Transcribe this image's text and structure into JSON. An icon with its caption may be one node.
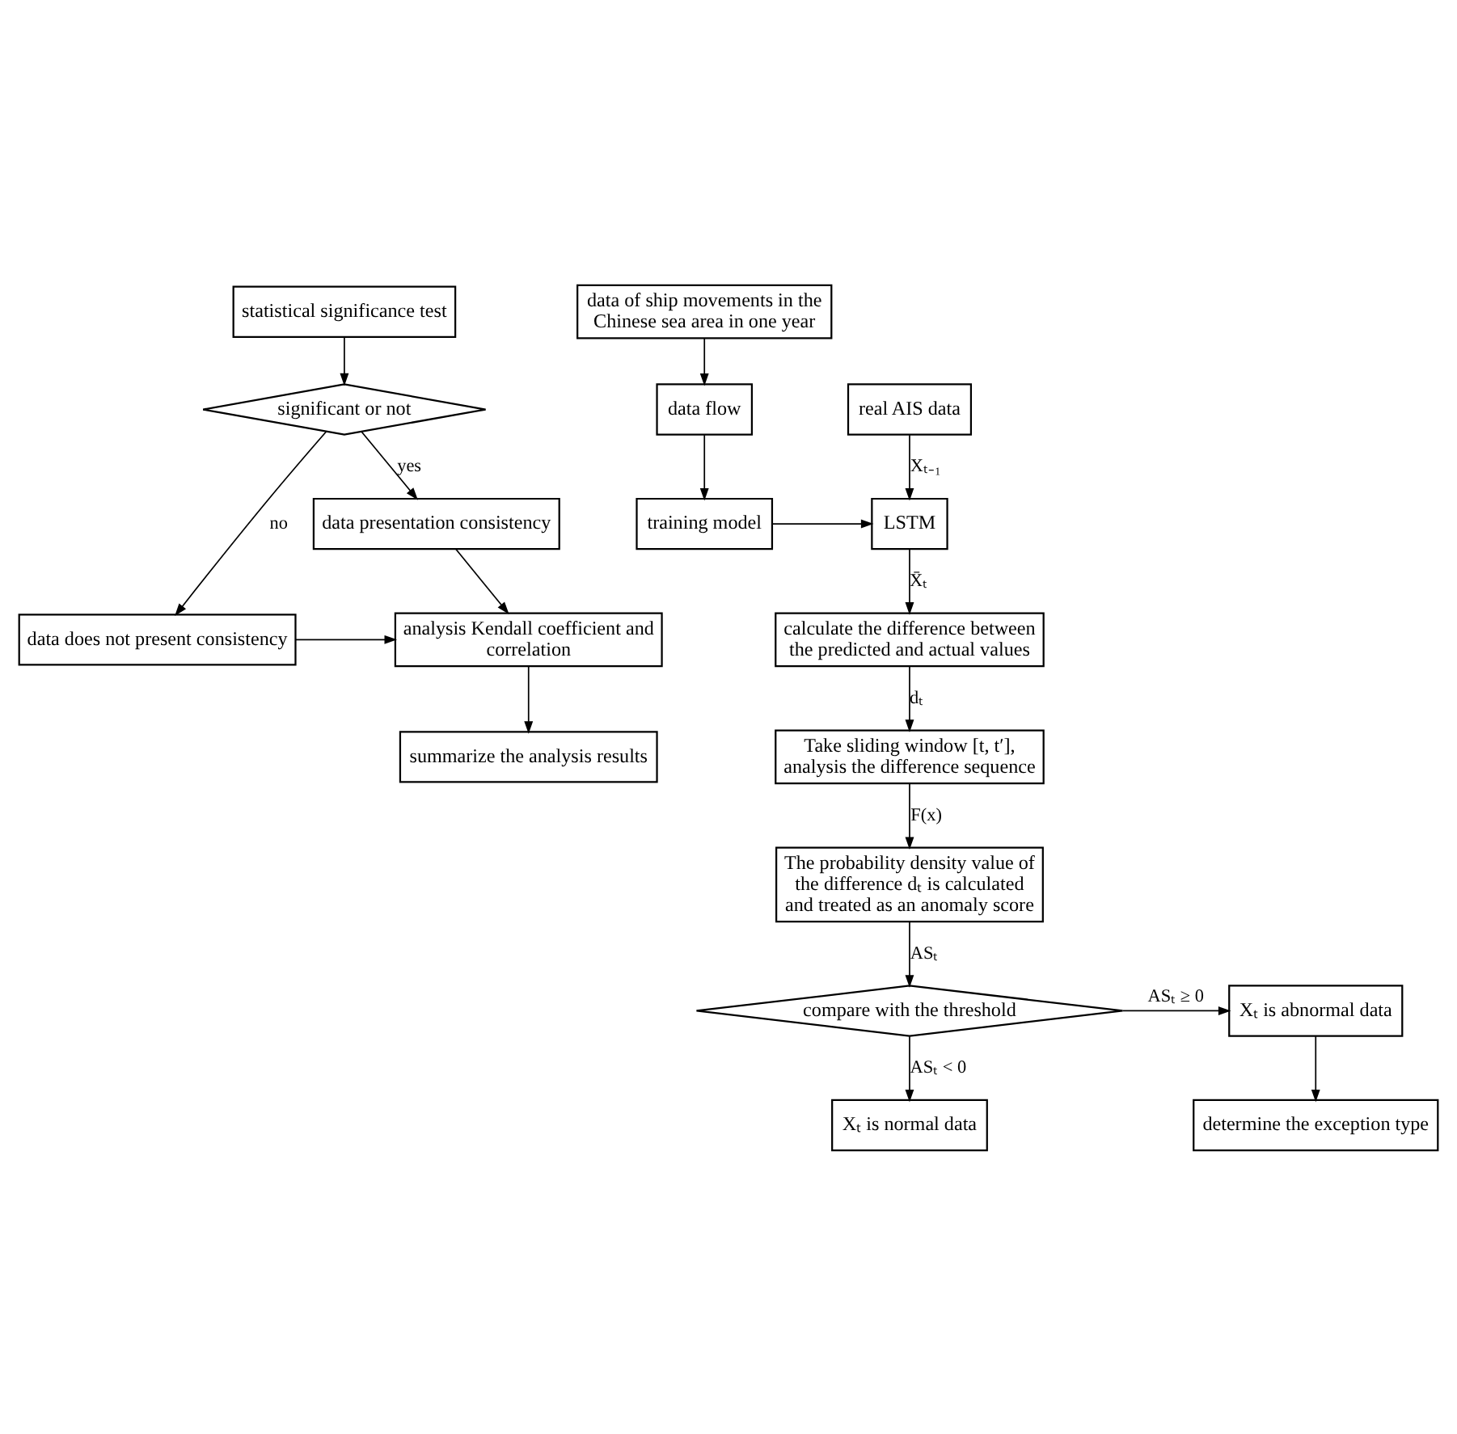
{
  "diagram": {
    "nodes": [
      {
        "text": [
          "statistical significance test"
        ]
      },
      {
        "text": [
          "significant or not"
        ]
      },
      {
        "text": [
          "data presentation consistency"
        ]
      },
      {
        "text": [
          "data does not present consistency"
        ]
      },
      {
        "text": [
          "analysis Kendall coefficient and correlation"
        ]
      },
      {
        "text": [
          "summarize the analysis results"
        ]
      },
      {
        "text": [
          "data of ship movements in the Chinese sea area in one year"
        ]
      },
      {
        "text": [
          "data flow"
        ]
      },
      {
        "text": [
          "training model"
        ]
      },
      {
        "text": [
          "real AIS data"
        ]
      },
      {
        "text": [
          "LSTM"
        ]
      },
      {
        "text": [
          "calculate the difference between the predicted and actual values"
        ]
      },
      {
        "text": [
          "Take sliding window [t, t′], analysis the difference sequence"
        ]
      },
      {
        "text": [
          "The probability density value of the difference dₜ is calculated and treated as an anomaly score"
        ]
      },
      {
        "text": [
          "compare with the threshold"
        ]
      },
      {
        "text": [
          "Xₜ is abnormal data"
        ]
      },
      {
        "text": [
          "determine the exception type"
        ]
      },
      {
        "text": [
          "Xₜ is normal data"
        ]
      }
    ],
    "edges": [
      {
        "from": 0,
        "to": 1,
        "arrow": "to"
      },
      {
        "from": 1,
        "to": 3,
        "arrow": "to",
        "label": "no"
      },
      {
        "from": 1,
        "to": 2,
        "arrow": "to",
        "label": "yes"
      },
      {
        "from": 2,
        "to": 4,
        "arrow": "to"
      },
      {
        "from": 3,
        "to": 4,
        "arrow": "to"
      },
      {
        "from": 4,
        "to": 5,
        "arrow": "to"
      },
      {
        "from": 6,
        "to": 7,
        "arrow": "to"
      },
      {
        "from": 7,
        "to": 8,
        "arrow": "to"
      },
      {
        "from": 8,
        "to": 10,
        "arrow": "to"
      },
      {
        "from": 9,
        "to": 10,
        "arrow": "to",
        "label": "Xₜ₋₁"
      },
      {
        "from": 10,
        "to": 11,
        "arrow": "to",
        "label": "X̄ₜ"
      },
      {
        "from": 11,
        "to": 12,
        "arrow": "to",
        "label": "dₜ"
      },
      {
        "from": 12,
        "to": 13,
        "arrow": "to",
        "label": "F(x)"
      },
      {
        "from": 13,
        "to": 14,
        "arrow": "to",
        "label": "ASₜ"
      },
      {
        "from": 14,
        "to": 15,
        "arrow": "to",
        "label": "ASₜ ≥ 0"
      },
      {
        "from": 15,
        "to": 16,
        "arrow": "to"
      },
      {
        "from": 14,
        "to": 17,
        "arrow": "to",
        "label": "ASₜ < 0"
      }
    ]
  }
}
